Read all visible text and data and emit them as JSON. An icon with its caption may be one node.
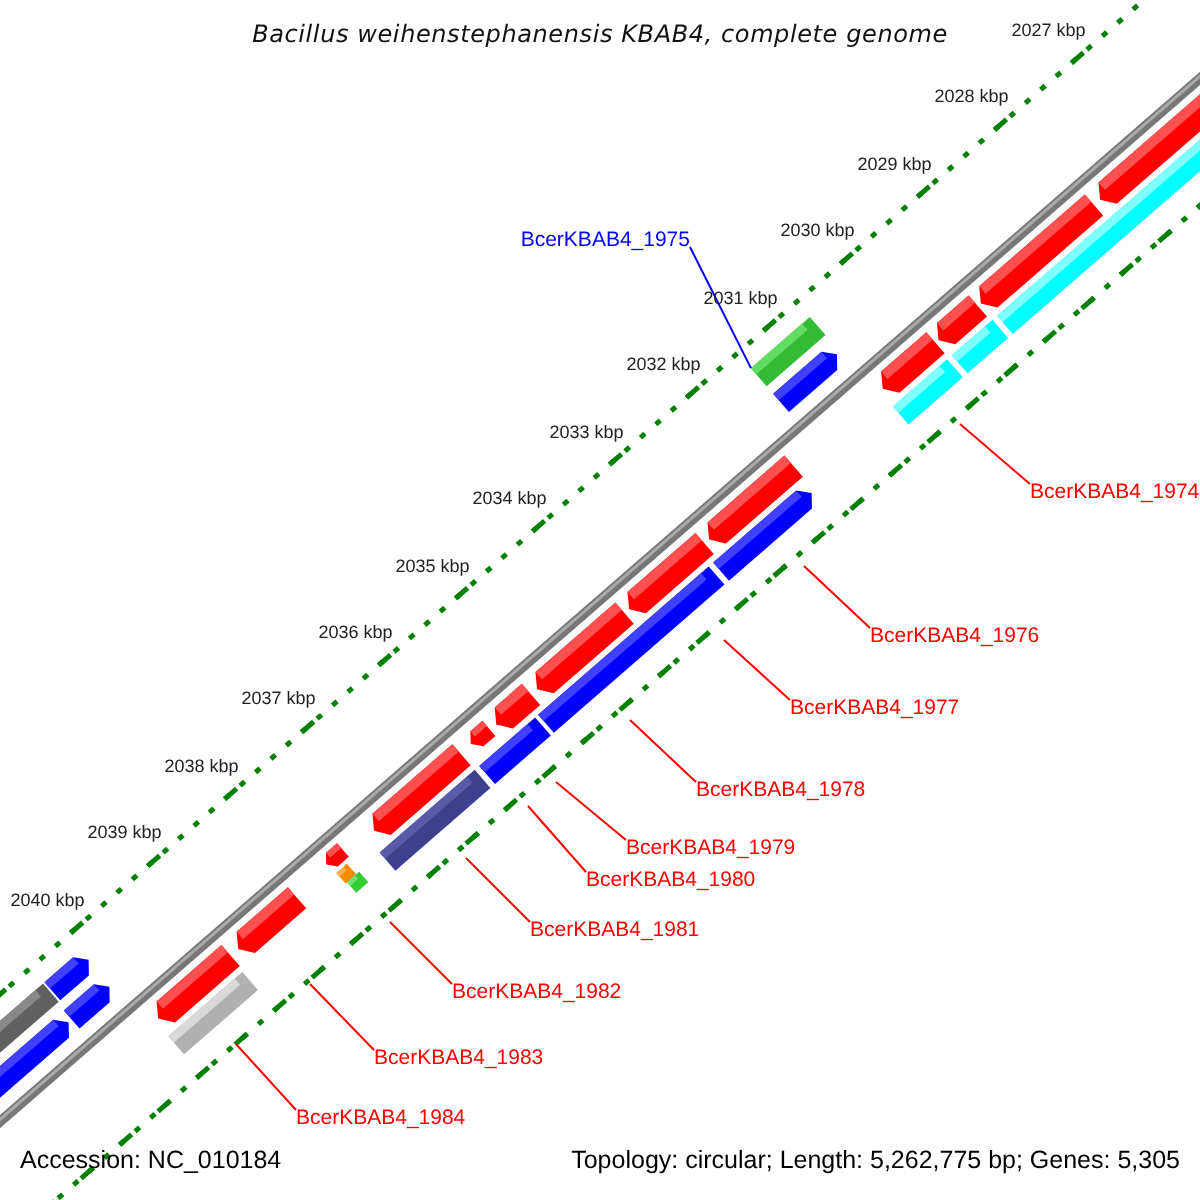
{
  "diagram": {
    "title": "Bacillus weihenstephanensis KBAB4, complete genome",
    "nodes": [
      {
        "text": [
          "BcerKBAB4_1975"
        ]
      },
      {
        "text": [
          "BcerKBAB4_1974"
        ]
      },
      {
        "text": [
          "BcerKBAB4_1976"
        ]
      },
      {
        "text": [
          "BcerKBAB4_1977"
        ]
      },
      {
        "text": [
          "BcerKBAB4_1978"
        ]
      },
      {
        "text": [
          "BcerKBAB4_1979"
        ]
      },
      {
        "text": [
          "BcerKBAB4_1980"
        ]
      },
      {
        "text": [
          "BcerKBAB4_1981"
        ]
      },
      {
        "text": [
          "BcerKBAB4_1982"
        ]
      },
      {
        "text": [
          "BcerKBAB4_1983"
        ]
      },
      {
        "text": [
          "BcerKBAB4_1984"
        ]
      },
      {
        "text": [],
        "shape": "bar"
      }
    ],
    "edges": [
      {
        "from": 0,
        "to": 11,
        "arrow": "none",
        "color": "#0000ff"
      },
      {
        "from": 1,
        "to": null,
        "arrow": "none"
      },
      {
        "from": 2,
        "to": null,
        "arrow": "none"
      },
      {
        "from": 3,
        "to": null,
        "arrow": "none"
      },
      {
        "from": 4,
        "to": null,
        "arrow": "none"
      },
      {
        "from": 5,
        "to": null,
        "arrow": "none"
      },
      {
        "from": 6,
        "to": null,
        "arrow": "none"
      },
      {
        "from": 7,
        "to": null,
        "arrow": "none"
      },
      {
        "from": 8,
        "to": null,
        "arrow": "none"
      },
      {
        "from": 9,
        "to": null,
        "arrow": "none"
      },
      {
        "from": 10,
        "to": null,
        "arrow": "none"
      }
    ],
    "labels": [
      "2027 kbp",
      "2028 kbp",
      "2029 kbp",
      "2030 kbp",
      "2031 kbp",
      "2032 kbp",
      "2033 kbp",
      "2034 kbp",
      "2035 kbp",
      "2036 kbp",
      "2037 kbp",
      "2038 kbp",
      "2039 kbp",
      "2040 kbp",
      "Accession: NC_010184",
      "Topology: circular; Length: 5,262,775 bp; Genes: 5,305"
    ]
  }
}
